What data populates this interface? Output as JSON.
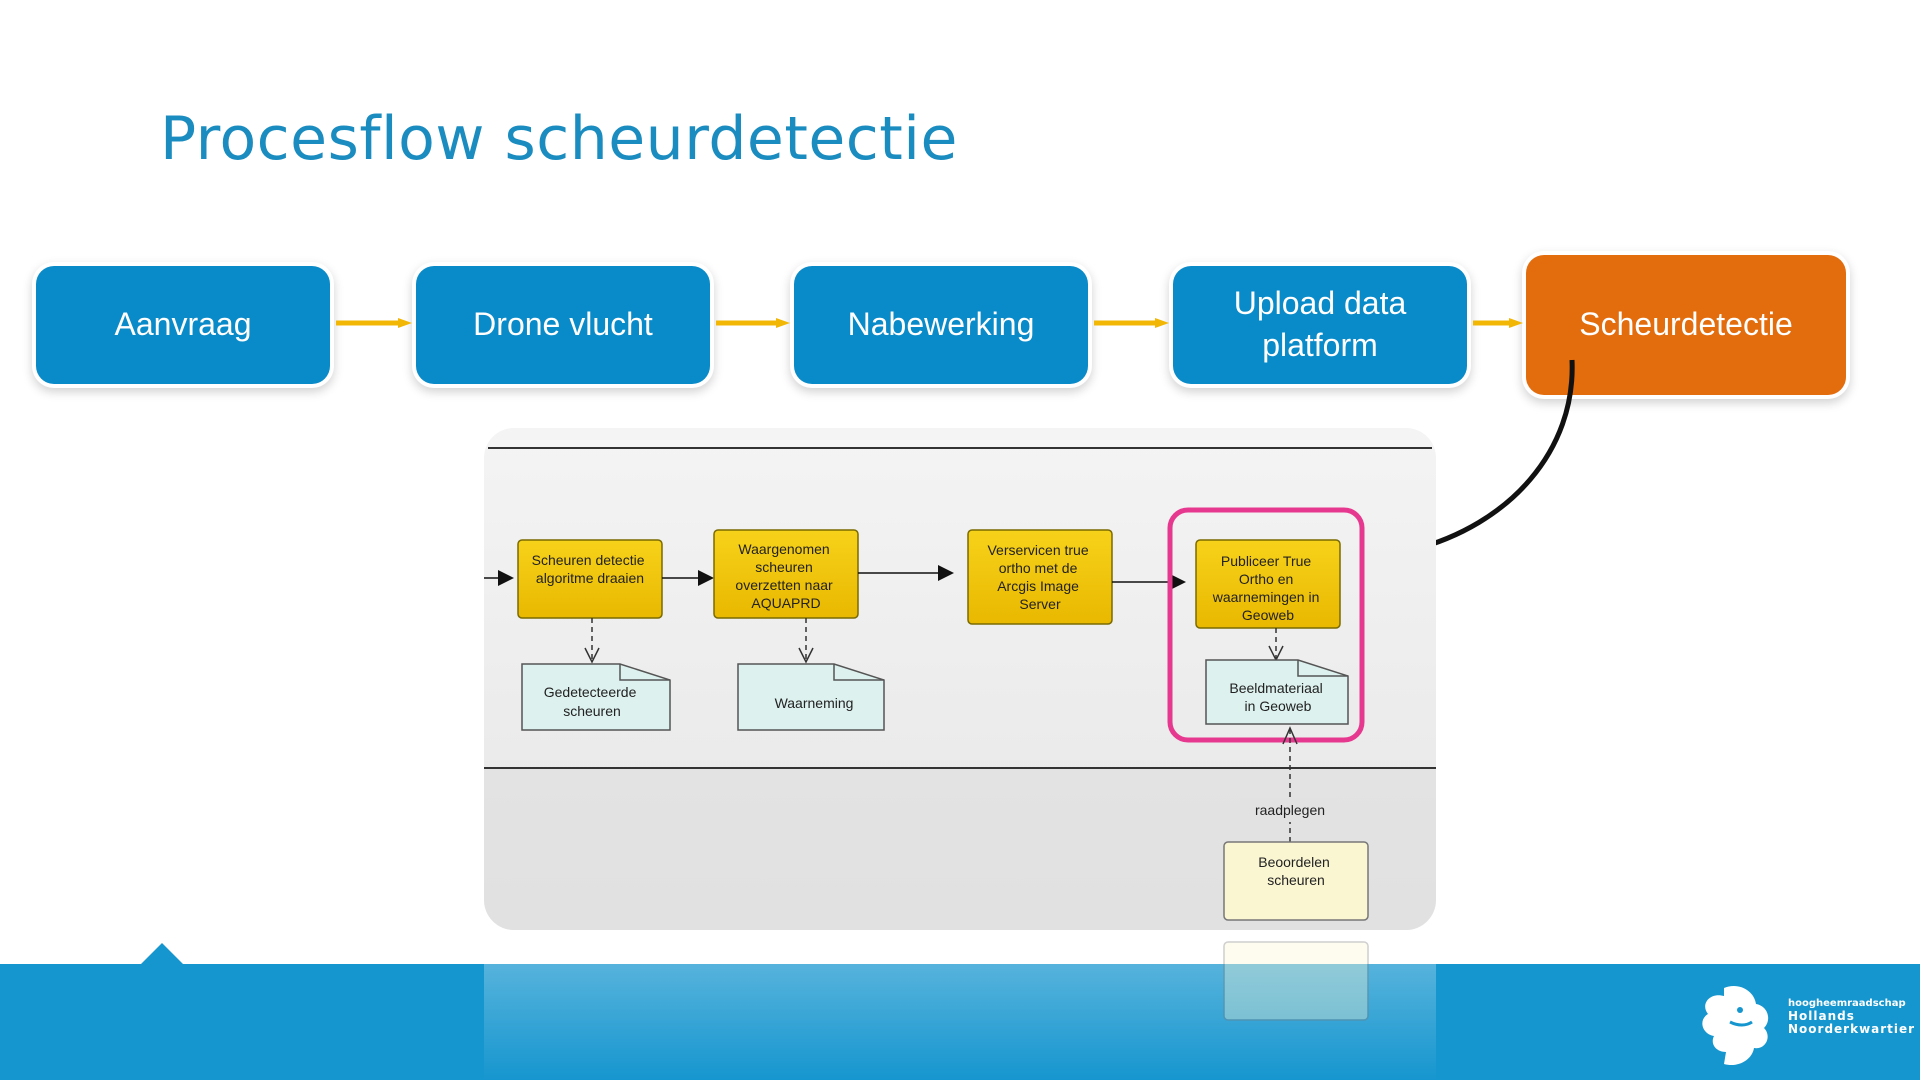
{
  "title": "Procesflow scheurdetectie",
  "steps": [
    {
      "label": "Aanvraag"
    },
    {
      "label": "Drone vlucht"
    },
    {
      "label": "Nabewerking"
    },
    {
      "label": "Upload data\nplatform"
    },
    {
      "label": "Scheurdetectie"
    }
  ],
  "diagram": {
    "tasks": [
      {
        "lines": [
          "Scheuren detectie",
          "algoritme draaien"
        ]
      },
      {
        "lines": [
          "Waargenomen",
          "scheuren",
          "overzetten naar",
          "AQUAPRD"
        ]
      },
      {
        "lines": [
          "Verservicen true",
          "ortho met de",
          "Arcgis Image",
          "Server"
        ]
      },
      {
        "lines": [
          "Publiceer True",
          "Ortho  en",
          "waarnemingen in",
          "Geoweb"
        ]
      }
    ],
    "documents": [
      {
        "lines": [
          "Gedetecteerde",
          "scheuren"
        ]
      },
      {
        "lines": [
          "Waarneming"
        ]
      },
      {
        "lines": [
          "Beeldmateriaal",
          "in Geoweb"
        ]
      }
    ],
    "consume_label": "raadplegen",
    "review_task": {
      "lines": [
        "Beoordelen",
        "scheuren"
      ]
    }
  },
  "logo": {
    "line1": "hoogheemraadschap",
    "line2": "Hollands",
    "line3": "Noorderkwartier"
  },
  "colors": {
    "title": "#1a8cc0",
    "step": "#0a8bc9",
    "step_active": "#e36c0d",
    "connector": "#f2b705",
    "task": "#f2c200",
    "document": "#ddf1ee",
    "review": "#fbf6d2",
    "highlight": "#e7388f",
    "footer": "#1696cf"
  }
}
